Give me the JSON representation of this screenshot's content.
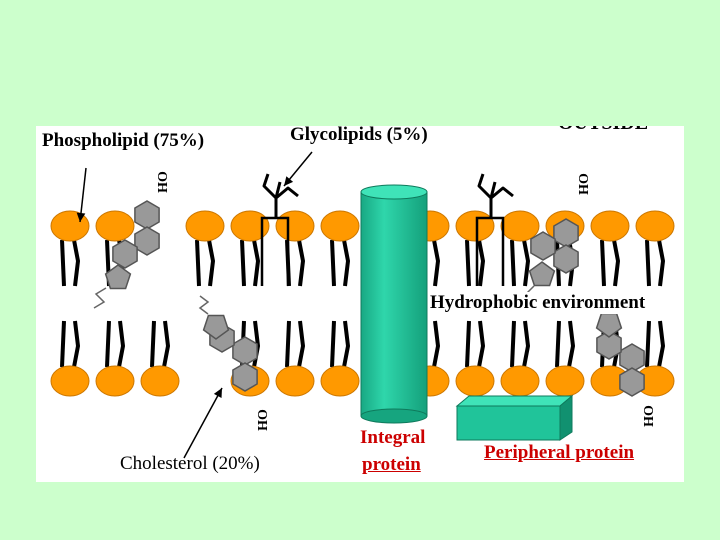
{
  "labels": {
    "phospholipid": "Phospholipid (75%)",
    "glycolipids": "Glycolipids (5%)",
    "outside": "OUTSIDE",
    "hydrophobic": "Hydrophobic environment",
    "cholesterol": "Cholesterol (20%)",
    "integral_line1": "Integral",
    "integral_line2": "protein",
    "peripheral": "Peripheral protein",
    "oh": "OH"
  },
  "colors": {
    "background": "#ccffcc",
    "panel": "#ffffff",
    "head": "#ff9900",
    "protein": "#20c49a",
    "cholesterol_ring": "#999999",
    "label_red": "#cc0000"
  }
}
